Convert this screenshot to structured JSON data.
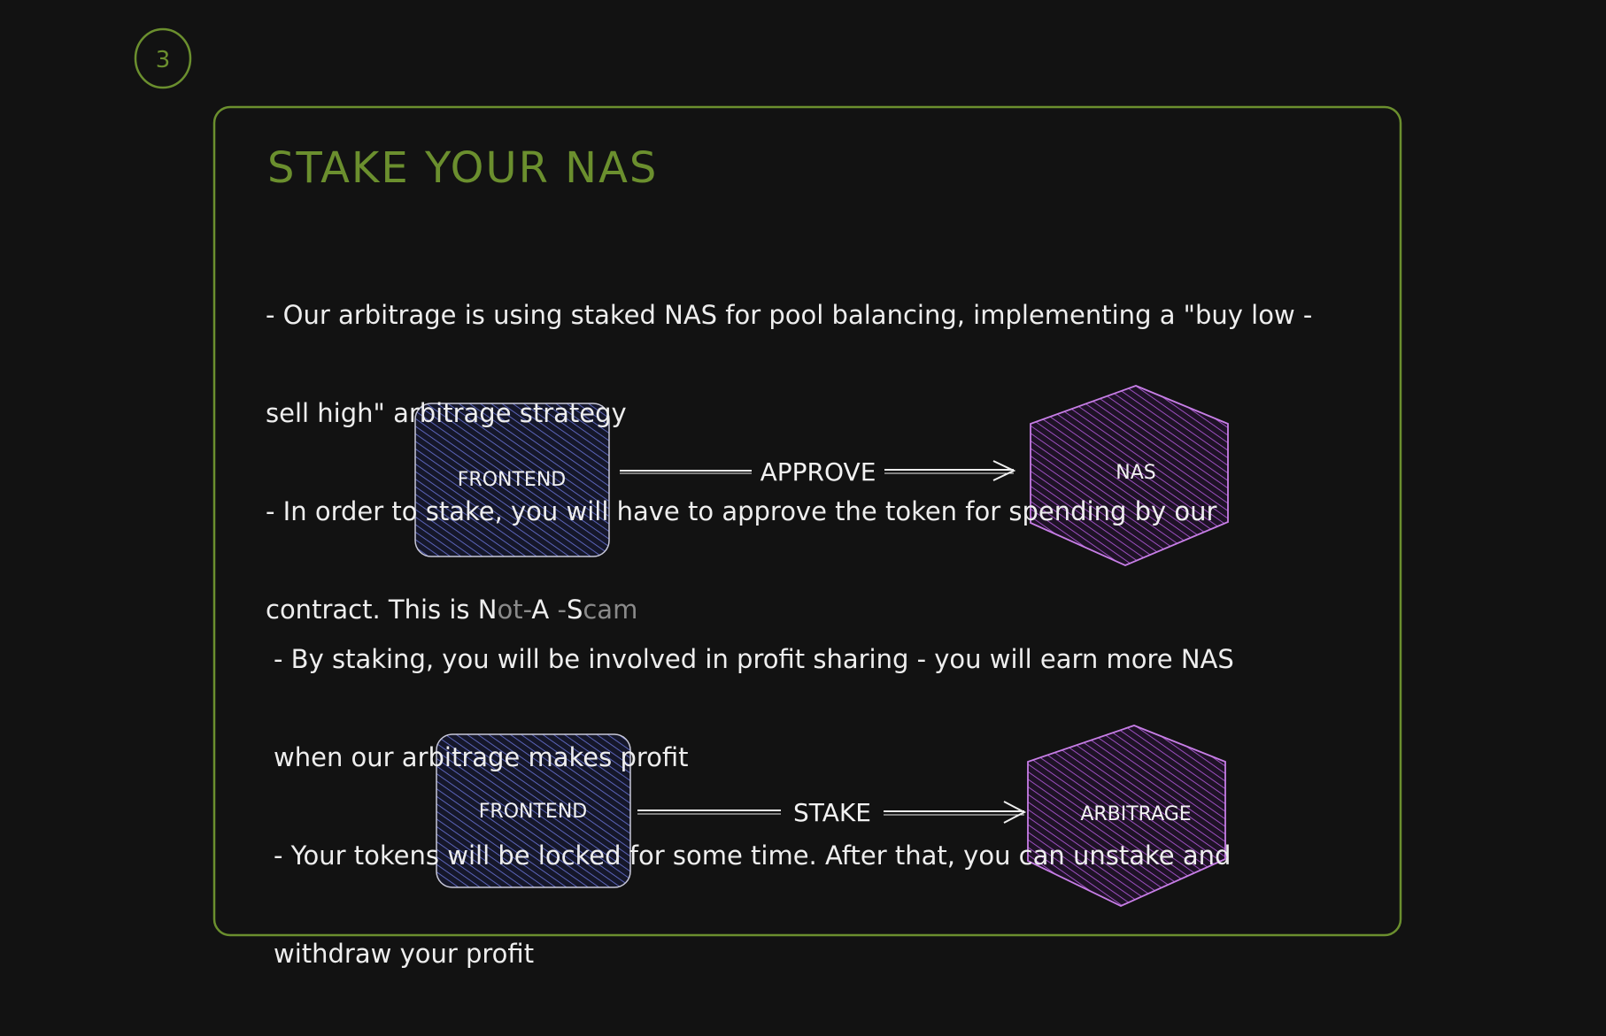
{
  "step_number": "3",
  "title": "STAKE YOUR NAS",
  "paragraph_1": {
    "line_1": "- Our arbitrage is using staked NAS for pool balancing, implementing a \"buy low -",
    "line_2": "sell high\" arbitrage strategy",
    "line_3": "- In order to stake, you will have to approve the token for spending by our",
    "line_4_prefix": "contract. This is ",
    "line_4_N": "N",
    "line_4_ot": "ot-",
    "line_4_A": "A",
    "line_4_dash": " -",
    "line_4_S": "S",
    "line_4_cam": "cam"
  },
  "paragraph_2": {
    "line_1": "- By staking, you will be involved in profit sharing - you will earn more NAS",
    "line_2": "when our arbitrage makes profit",
    "line_3": "- Your tokens will be locked for some time. After that, you can unstake and",
    "line_4": "withdraw your profit"
  },
  "diagram_1": {
    "source_label": "FRONTEND",
    "edge_label": "APPROVE",
    "target_label": "NAS"
  },
  "diagram_2": {
    "source_label": "FRONTEND",
    "edge_label": "STAKE",
    "target_label": "ARBITRAGE"
  },
  "colors": {
    "background": "#121212",
    "accent_green": "#6b8f2e",
    "frontend_fill": "#4a5299",
    "hexagon_fill": "#a855c9",
    "text": "#eeeeee"
  },
  "icons": {
    "arrow": "arrow-right-icon"
  }
}
